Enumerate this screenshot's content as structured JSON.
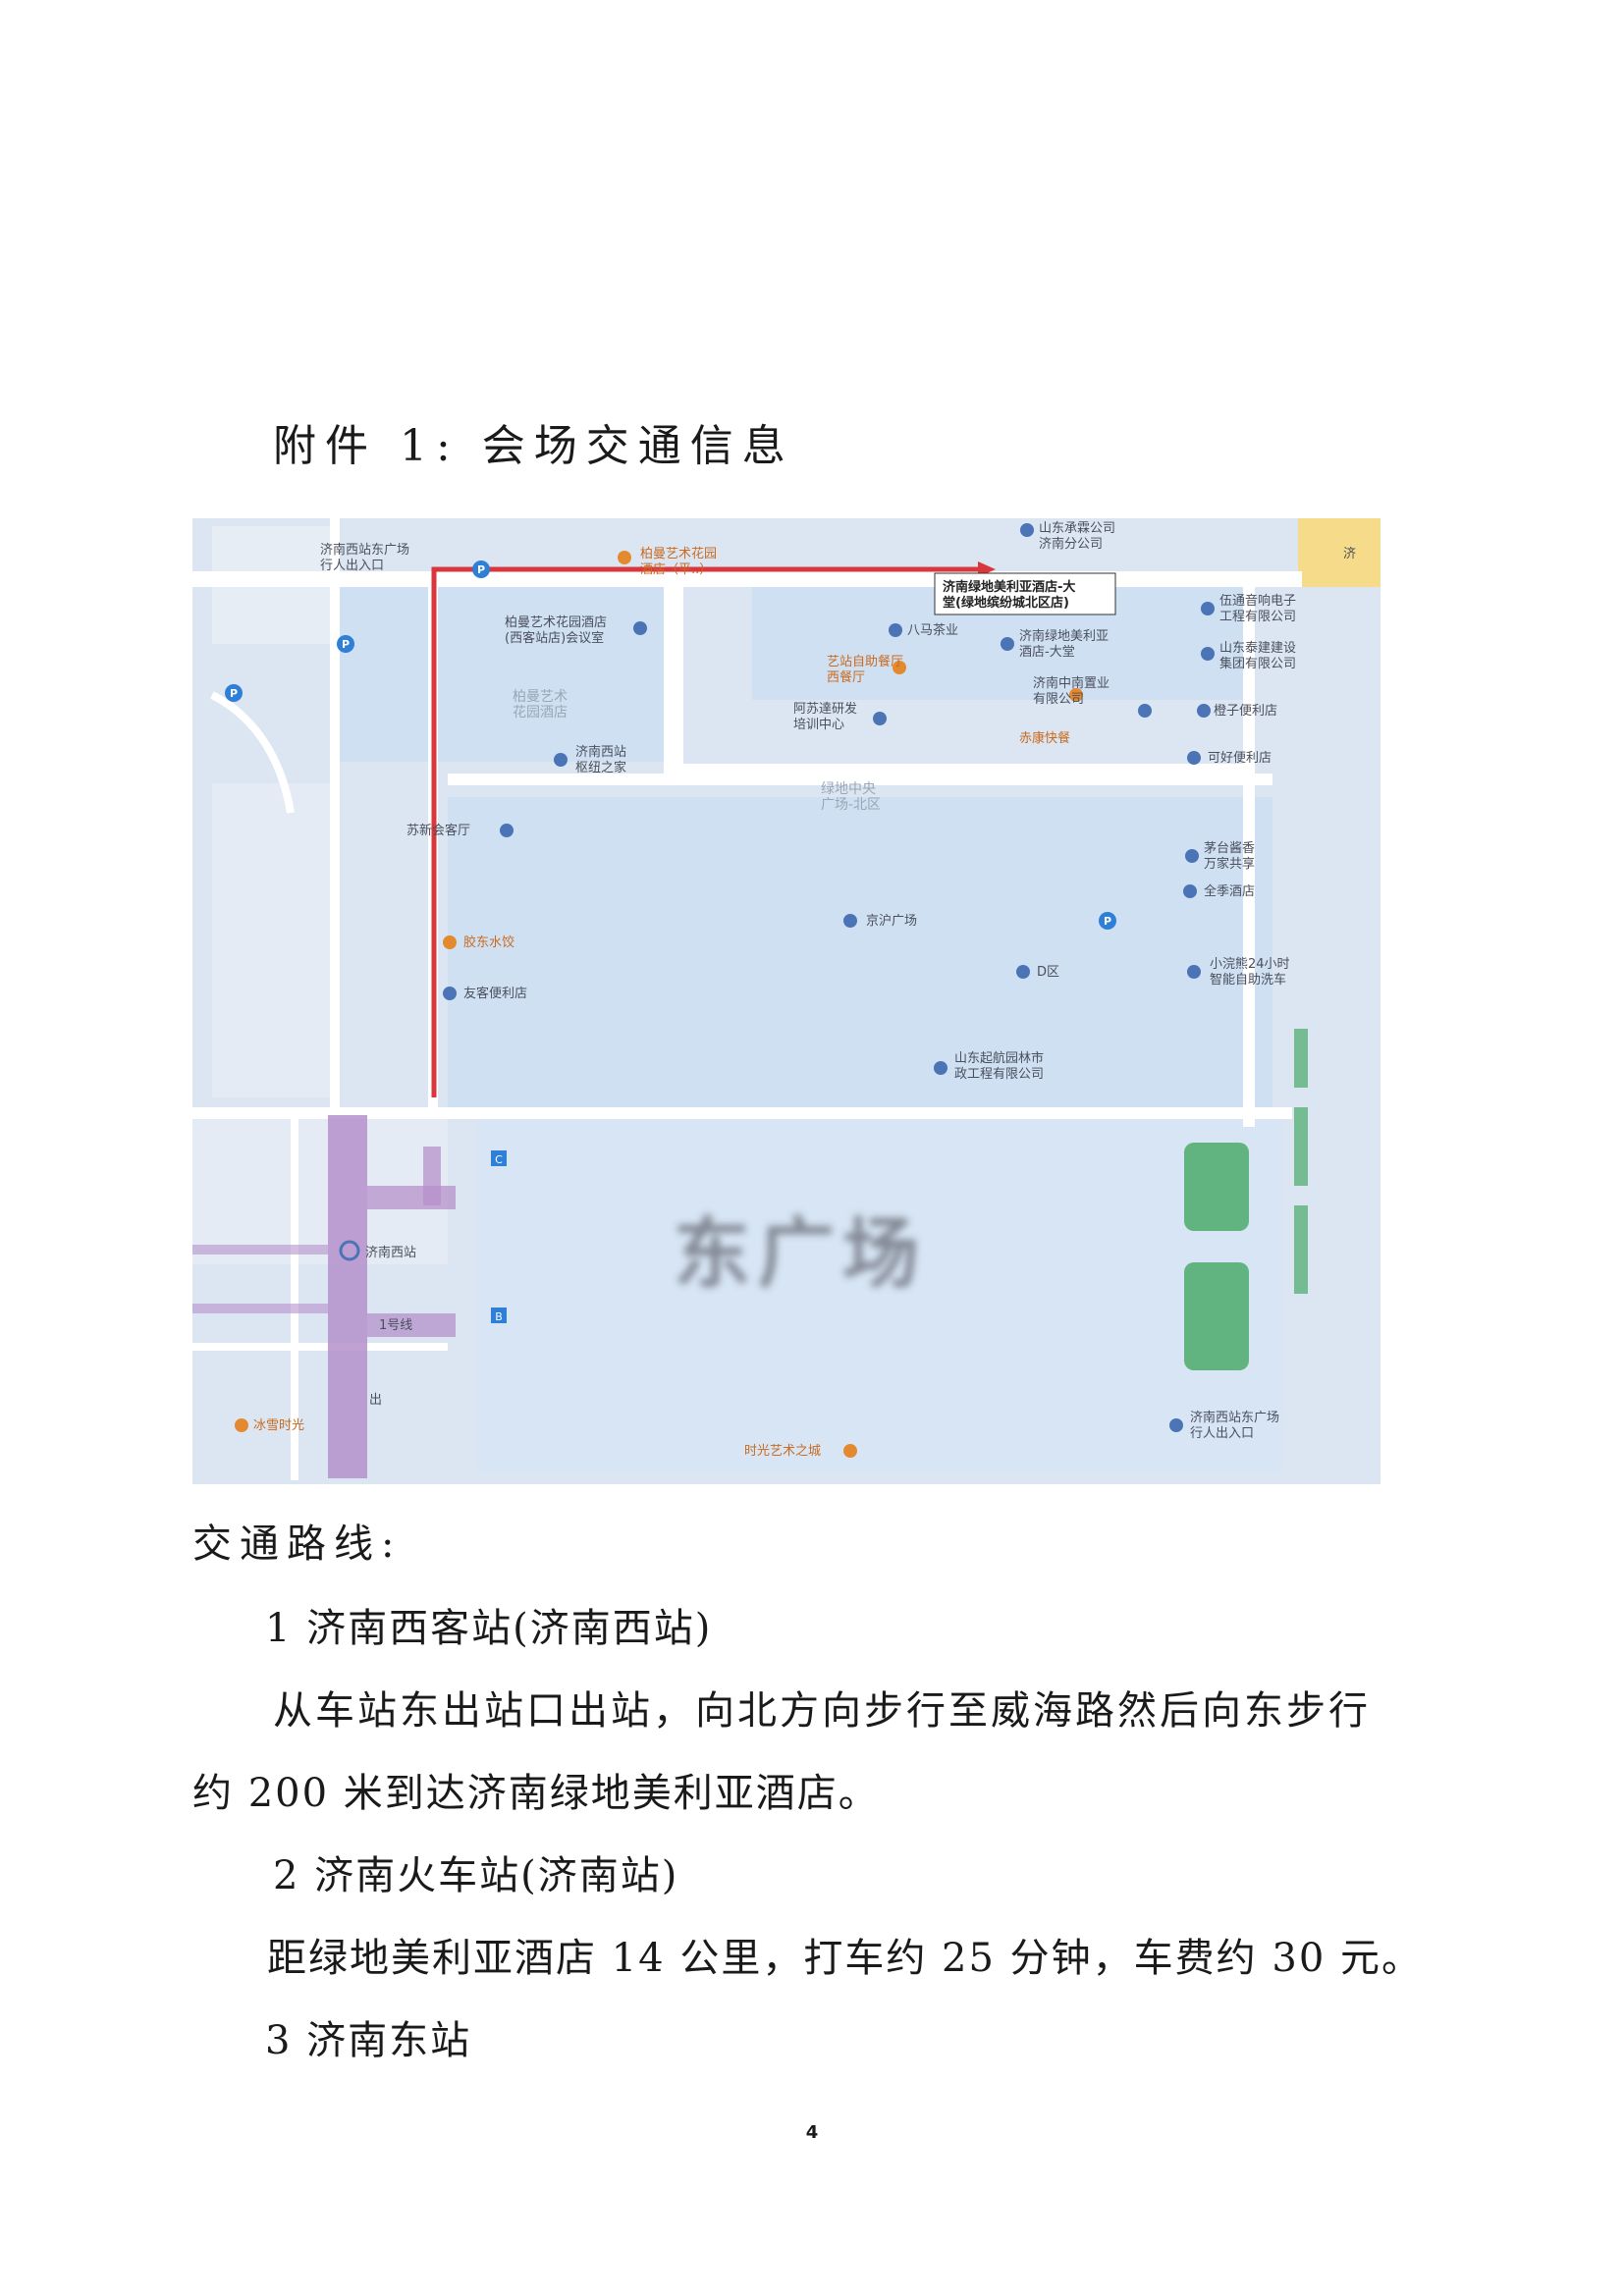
{
  "heading": "附件 1: 会场交通信息",
  "map": {
    "labels": {
      "pedestrian_entrance_top": "济南西站东广场\n行人出入口",
      "bailiman_hotel_road": "柏曼艺术花园\n酒店（平..）",
      "shandong_chengxiang": "山东承霖公司\n济南分公司",
      "destination": "济南绿地美利亚酒店-大\n堂(绿地缤纷城北区店)",
      "bailiman_conference": "柏曼艺术花园酒店\n(西客站店)会议室",
      "bailiman_hotel": "柏曼艺术\n花园酒店",
      "bama_tea": "八马茶业",
      "greenland_hotel_lobby": "济南绿地美利亚\n酒店-大堂",
      "yizhan_restaurant": "艺站自助餐厅\n西餐厅",
      "zhongnan_real_estate": "济南中南置业\n有限公司",
      "asuda_training": "阿苏達研发\n培训中心",
      "chikang_fastfood": "赤康快餐",
      "juhe_electronics": "伍通音响电子\n工程有限公司",
      "shandong_construction": "山东泰建建设\n集团有限公司",
      "chengzi_store": "橙子便利店",
      "kehao_store": "可好便利店",
      "jinan_west_hub": "济南西站\n枢纽之家",
      "green_central_plaza": "绿地中央\n广场-北区",
      "sujinhui_lounge": "苏新会客厅",
      "moutai": "茅台酱香\n万家共享",
      "quanji_hotel": "全季酒店",
      "jinghu_plaza": "京沪广场",
      "jiaodong_dumplings": "胶东水饺",
      "d_zone": "D区",
      "xiaomonkey_carwash": "小浣熊24小时\n智能自助洗车",
      "youke_store": "友客便利店",
      "qihang_garden": "山东起航园林市\n政工程有限公司",
      "jinan_west_station": "济南西站",
      "line1": "1号线",
      "exit": "出",
      "east_square": "东广场",
      "bingxue": "冰雪时光",
      "shiguang_art": "时光艺术之城",
      "pedestrian_entrance_bottom": "济南西站东广场\n行人出入口",
      "corner": "济",
      "entry_c": "C",
      "entry_b": "B"
    }
  },
  "route_title": "交通路线:",
  "routes": [
    {
      "title": "1 济南西客站(济南西站)",
      "desc_line1": "从车站东出站口出站，向北方向步行至威海路然后向东步行",
      "desc_line2": "约 200 米到达济南绿地美利亚酒店。"
    },
    {
      "title": "2 济南火车站(济南站)",
      "desc_line1": "距绿地美利亚酒店 14 公里，打车约 25 分钟，车费约 30 元。"
    },
    {
      "title": "3 济南东站"
    }
  ],
  "page_number": "4",
  "colors": {
    "route": "#d9373b",
    "metro": "#a77cc2",
    "park": "#4caa6a",
    "map_bg": "#dde8f3",
    "block": "#cfe0f3"
  }
}
